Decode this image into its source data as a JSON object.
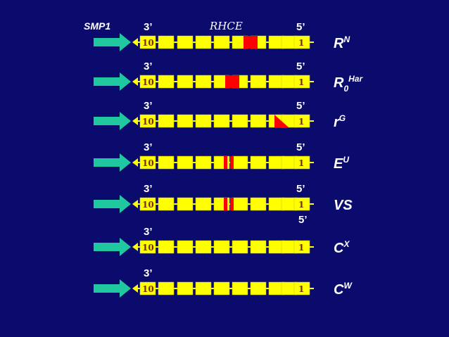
{
  "diagram": {
    "gene_label": "RHCE",
    "promoter_label": "SMP1",
    "end3_label": "3’",
    "end5_label": "5’",
    "exon_first_label": "10",
    "exon_last_label": "1",
    "colors": {
      "background": "#0b0b6e",
      "exon": "#ffff00",
      "highlight": "#ff0000",
      "arrow": "#20c8a0",
      "line": "#ffff00"
    },
    "alleles": [
      {
        "main": "R",
        "sub": "",
        "sup": "N",
        "label_3": "3’",
        "label_5": "5’",
        "mark": "exon5",
        "mark_style": "full"
      },
      {
        "main": "R",
        "sub": "0",
        "sup": "Har",
        "label_3": "3’",
        "label_5": "5’",
        "mark": "exon5",
        "mark_style": "full"
      },
      {
        "main": "r",
        "sub": "",
        "sup": "G",
        "label_3": "3’",
        "label_5": "5’",
        "mark": "exon2",
        "mark_style": "diagonal"
      },
      {
        "main": "E",
        "sub": "",
        "sup": "U",
        "label_3": "3’",
        "label_5": "5’",
        "mark": "exon5",
        "mark_style": "stripes"
      },
      {
        "main": "VS",
        "sub": "",
        "sup": "",
        "label_3": "3’",
        "label_5": "5’",
        "mark": "exon5",
        "mark_style": "stripes",
        "extra_5": "5’"
      },
      {
        "main": "C",
        "sub": "",
        "sup": "X",
        "label_3": "3’",
        "label_5": "",
        "mark": "",
        "mark_style": ""
      },
      {
        "main": "C",
        "sub": "",
        "sup": "W",
        "label_3": "3’",
        "label_5": "",
        "mark": "",
        "mark_style": ""
      }
    ]
  }
}
